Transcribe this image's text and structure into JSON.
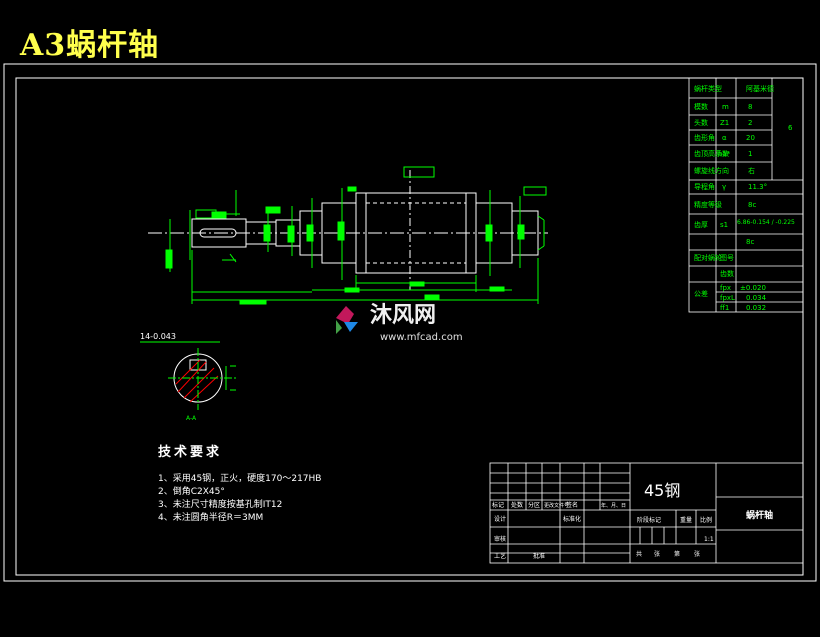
{
  "page_title": "A3蜗杆轴",
  "tech_req": {
    "heading": "技术要求",
    "items": [
      "1、采用45钢，正火，硬度170～217HB",
      "2、倒角C2X45°",
      "3、未注尺寸精度按基孔制IT12",
      "4、未注圆角半径R＝3MM"
    ]
  },
  "param_table": {
    "header": [
      "蜗杆类型",
      "",
      "阿基米德"
    ],
    "rows": [
      {
        "name": "模数",
        "sym": "m",
        "val": "8"
      },
      {
        "name": "头数",
        "sym": "Z1",
        "val": "2"
      },
      {
        "name": "齿形角",
        "sym": "α",
        "val": "20"
      },
      {
        "name": "齿顶高系数",
        "sym": "ha*",
        "val": "1"
      },
      {
        "name": "螺旋线方向",
        "sym": "",
        "val": "右"
      },
      {
        "name": "导程角",
        "sym": "γ",
        "val": "11.3°"
      },
      {
        "name": "精度等级",
        "sym": "",
        "val": "8c"
      },
      {
        "name": "齿厚",
        "sym": "s1",
        "val": "6.86-0.154 / -0.225"
      },
      {
        "name": "",
        "sym": "",
        "val": "8c"
      },
      {
        "name": "配对蜗轮",
        "sym": "",
        "val": "图号"
      },
      {
        "name": "",
        "sym": "",
        "val": "齿数"
      },
      {
        "name": "公差",
        "sym": "fpx",
        "val": "±0.020"
      },
      {
        "name": "",
        "sym": "fpxL",
        "val": "0.034"
      },
      {
        "name": "",
        "sym": "ff1",
        "val": "0.032"
      }
    ],
    "side_note": "6"
  },
  "title_block": {
    "material": "45钢",
    "part_name": "蜗杆轴",
    "labels": [
      "标记",
      "处数",
      "分区",
      "更改文件号",
      "签名",
      "年、月、日",
      "设计",
      "标准化",
      "审核",
      "工艺",
      "批准",
      "阶段标记",
      "重量",
      "比例",
      "共",
      "张",
      "第",
      "张"
    ],
    "scale": "1:1"
  },
  "section": {
    "label": "A-A",
    "dim": "14-0.043"
  },
  "watermark": {
    "brand": "沐风网",
    "url": "www.mfcad.com"
  },
  "colors": {
    "frame": "#ffffff",
    "lines": "#00ff00",
    "text": "#ffffff",
    "title": "#ffff4d",
    "red": "#ff0000"
  }
}
